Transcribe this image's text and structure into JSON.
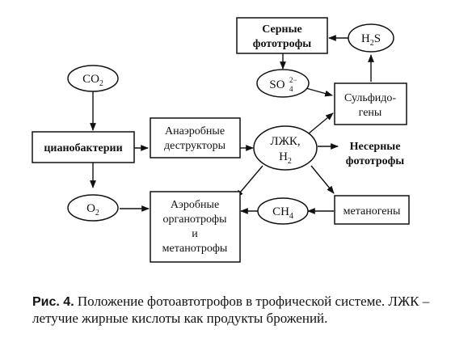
{
  "diagram": {
    "nodes": {
      "co2": "CO",
      "co2_sub": "2",
      "o2": "O",
      "o2_sub": "2",
      "so4": "SO",
      "so4_sub": "4",
      "so4_sup": "2−",
      "h2s": "H",
      "h2s_sub": "2",
      "h2s_rest": "S",
      "ch4": "CH",
      "ch4_sub": "4",
      "cyanobacteria": "цианобактерии",
      "anaerobic_line1": "Анаэробные",
      "anaerobic_line2": "деструкторы",
      "sulfur_line1": "Серные",
      "sulfur_line2": "фототрофы",
      "sulfidogens_line1": "Сульфидо-",
      "sulfidogens_line2": "гены",
      "vfa_line1": "ЛЖК,",
      "vfa_line2": "H",
      "vfa_line2_sub": "2",
      "nonsulfur_line1": "Несерные",
      "nonsulfur_line2": "фототрофы",
      "aerobic_line1": "Аэробные",
      "aerobic_line2": "органотрофы",
      "aerobic_line3": "и",
      "aerobic_line4": "метанотрофы",
      "methanogens": "метаногены"
    }
  },
  "caption": {
    "label": "Рис. 4.",
    "text": " Положение фотоавтотрофов в трофической системе. ЛЖК – летучие жирные кислоты как продукты брожений."
  }
}
